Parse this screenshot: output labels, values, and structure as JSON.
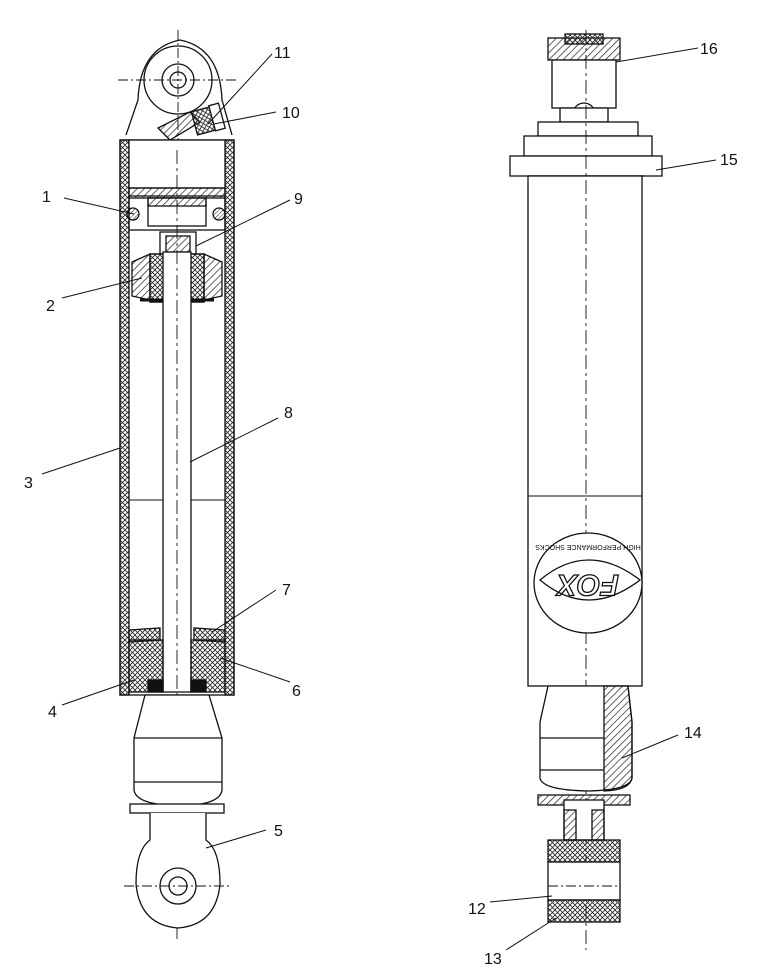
{
  "colors": {
    "line": "#111111",
    "body_fill": "#ffffff",
    "hatch": "#222222"
  },
  "logo": {
    "brand": "FOX",
    "tagline": "HIGH PERFORMANCE SHOCKS"
  },
  "callouts": [
    {
      "id": "1",
      "label": "1"
    },
    {
      "id": "2",
      "label": "2"
    },
    {
      "id": "3",
      "label": "3"
    },
    {
      "id": "4",
      "label": "4"
    },
    {
      "id": "5",
      "label": "5"
    },
    {
      "id": "6",
      "label": "6"
    },
    {
      "id": "7",
      "label": "7"
    },
    {
      "id": "8",
      "label": "8"
    },
    {
      "id": "9",
      "label": "9"
    },
    {
      "id": "10",
      "label": "10"
    },
    {
      "id": "11",
      "label": "11"
    },
    {
      "id": "12",
      "label": "12"
    },
    {
      "id": "13",
      "label": "13"
    },
    {
      "id": "14",
      "label": "14"
    },
    {
      "id": "15",
      "label": "15"
    },
    {
      "id": "16",
      "label": "16"
    }
  ]
}
